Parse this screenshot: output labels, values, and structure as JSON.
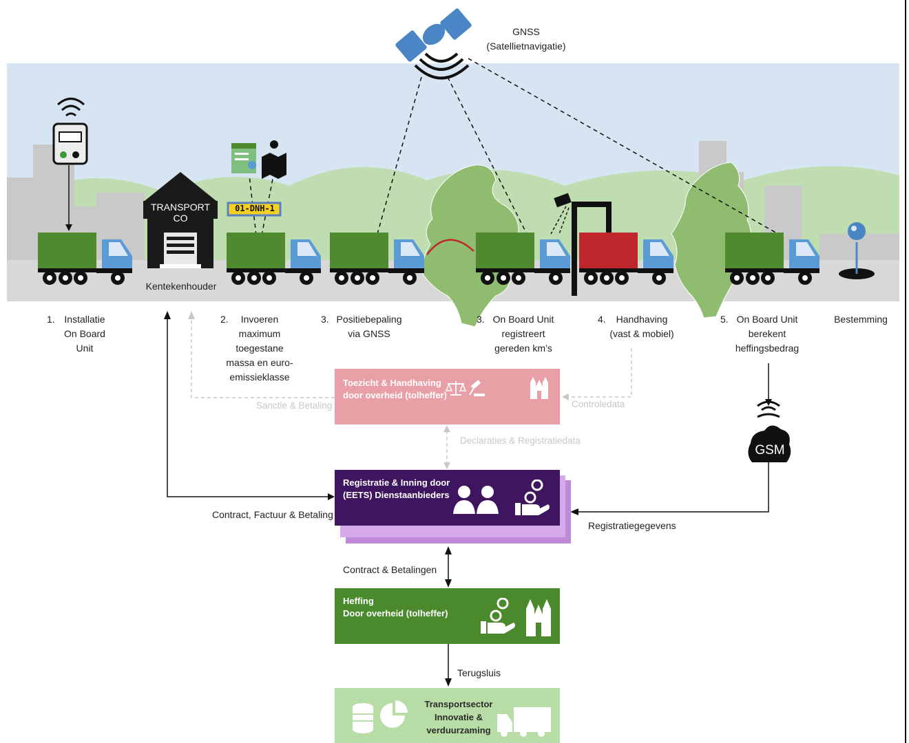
{
  "satellite": {
    "title": "GNSS",
    "subtitle": "(Satellietnavigatie)"
  },
  "building": {
    "sign": "TRANSPORT CO",
    "caption": "Kentekenhouder"
  },
  "plate": "01-DNH-1",
  "gsm": "GSM",
  "steps": [
    {
      "num": "1.",
      "text": [
        "Installatie",
        "On Board",
        "Unit"
      ]
    },
    {
      "num": "2.",
      "text": [
        "Invoeren",
        "maximum",
        "toegestane",
        "massa en euro-",
        "emissieklasse"
      ]
    },
    {
      "num": "3.",
      "text": [
        "Positiebepaling",
        "via GNSS"
      ]
    },
    {
      "num": "3.",
      "text": [
        "On Board Unit",
        "registreert",
        "gereden km’s"
      ]
    },
    {
      "num": "4.",
      "text": [
        "Handhaving",
        "(vast & mobiel)"
      ]
    },
    {
      "num": "5.",
      "text": [
        "On Board Unit",
        "berekent",
        "heffingsbedrag"
      ]
    },
    {
      "num": "",
      "text": [
        "Bestemming"
      ]
    }
  ],
  "boxes": {
    "toezicht": {
      "line1": "Toezicht & Handhaving",
      "line2": "door overheid (tolheffer)",
      "color": "#e8a0a6"
    },
    "registratie": {
      "line1": "Registratie & Inning door",
      "line2": "(EETS) Dienstaanbieders",
      "color": "#3f1560",
      "shadow": "#c08ad8"
    },
    "heffing": {
      "line1": "Heffing",
      "line2": "Door overheid (tolheffer)",
      "color": "#4a8a2c"
    },
    "transport": {
      "line1": "Transportsector",
      "line2": "Innovatie &",
      "line3": "verduurzaming",
      "color": "#b8dca5"
    }
  },
  "flows": {
    "sanctie": "Sanctie & Betaling",
    "controle": "Controledata",
    "declaraties": "Declaraties & Registratiedata",
    "contract_factuur": "Contract, Factuur & Betaling",
    "registratiegegevens": "Registratiegegevens",
    "contract_betalingen": "Contract & Betalingen",
    "terugsluis": "Terugsluis"
  },
  "colors": {
    "sky": "#d6e5f1",
    "hills": "#bfddb0",
    "city": "#cfcfcf",
    "road": "#d8d8d8",
    "truck_green": "#4f8a2e",
    "truck_red": "#c0272d",
    "cab_blue": "#5b9bd5",
    "map_green": "#8fbc6f"
  }
}
